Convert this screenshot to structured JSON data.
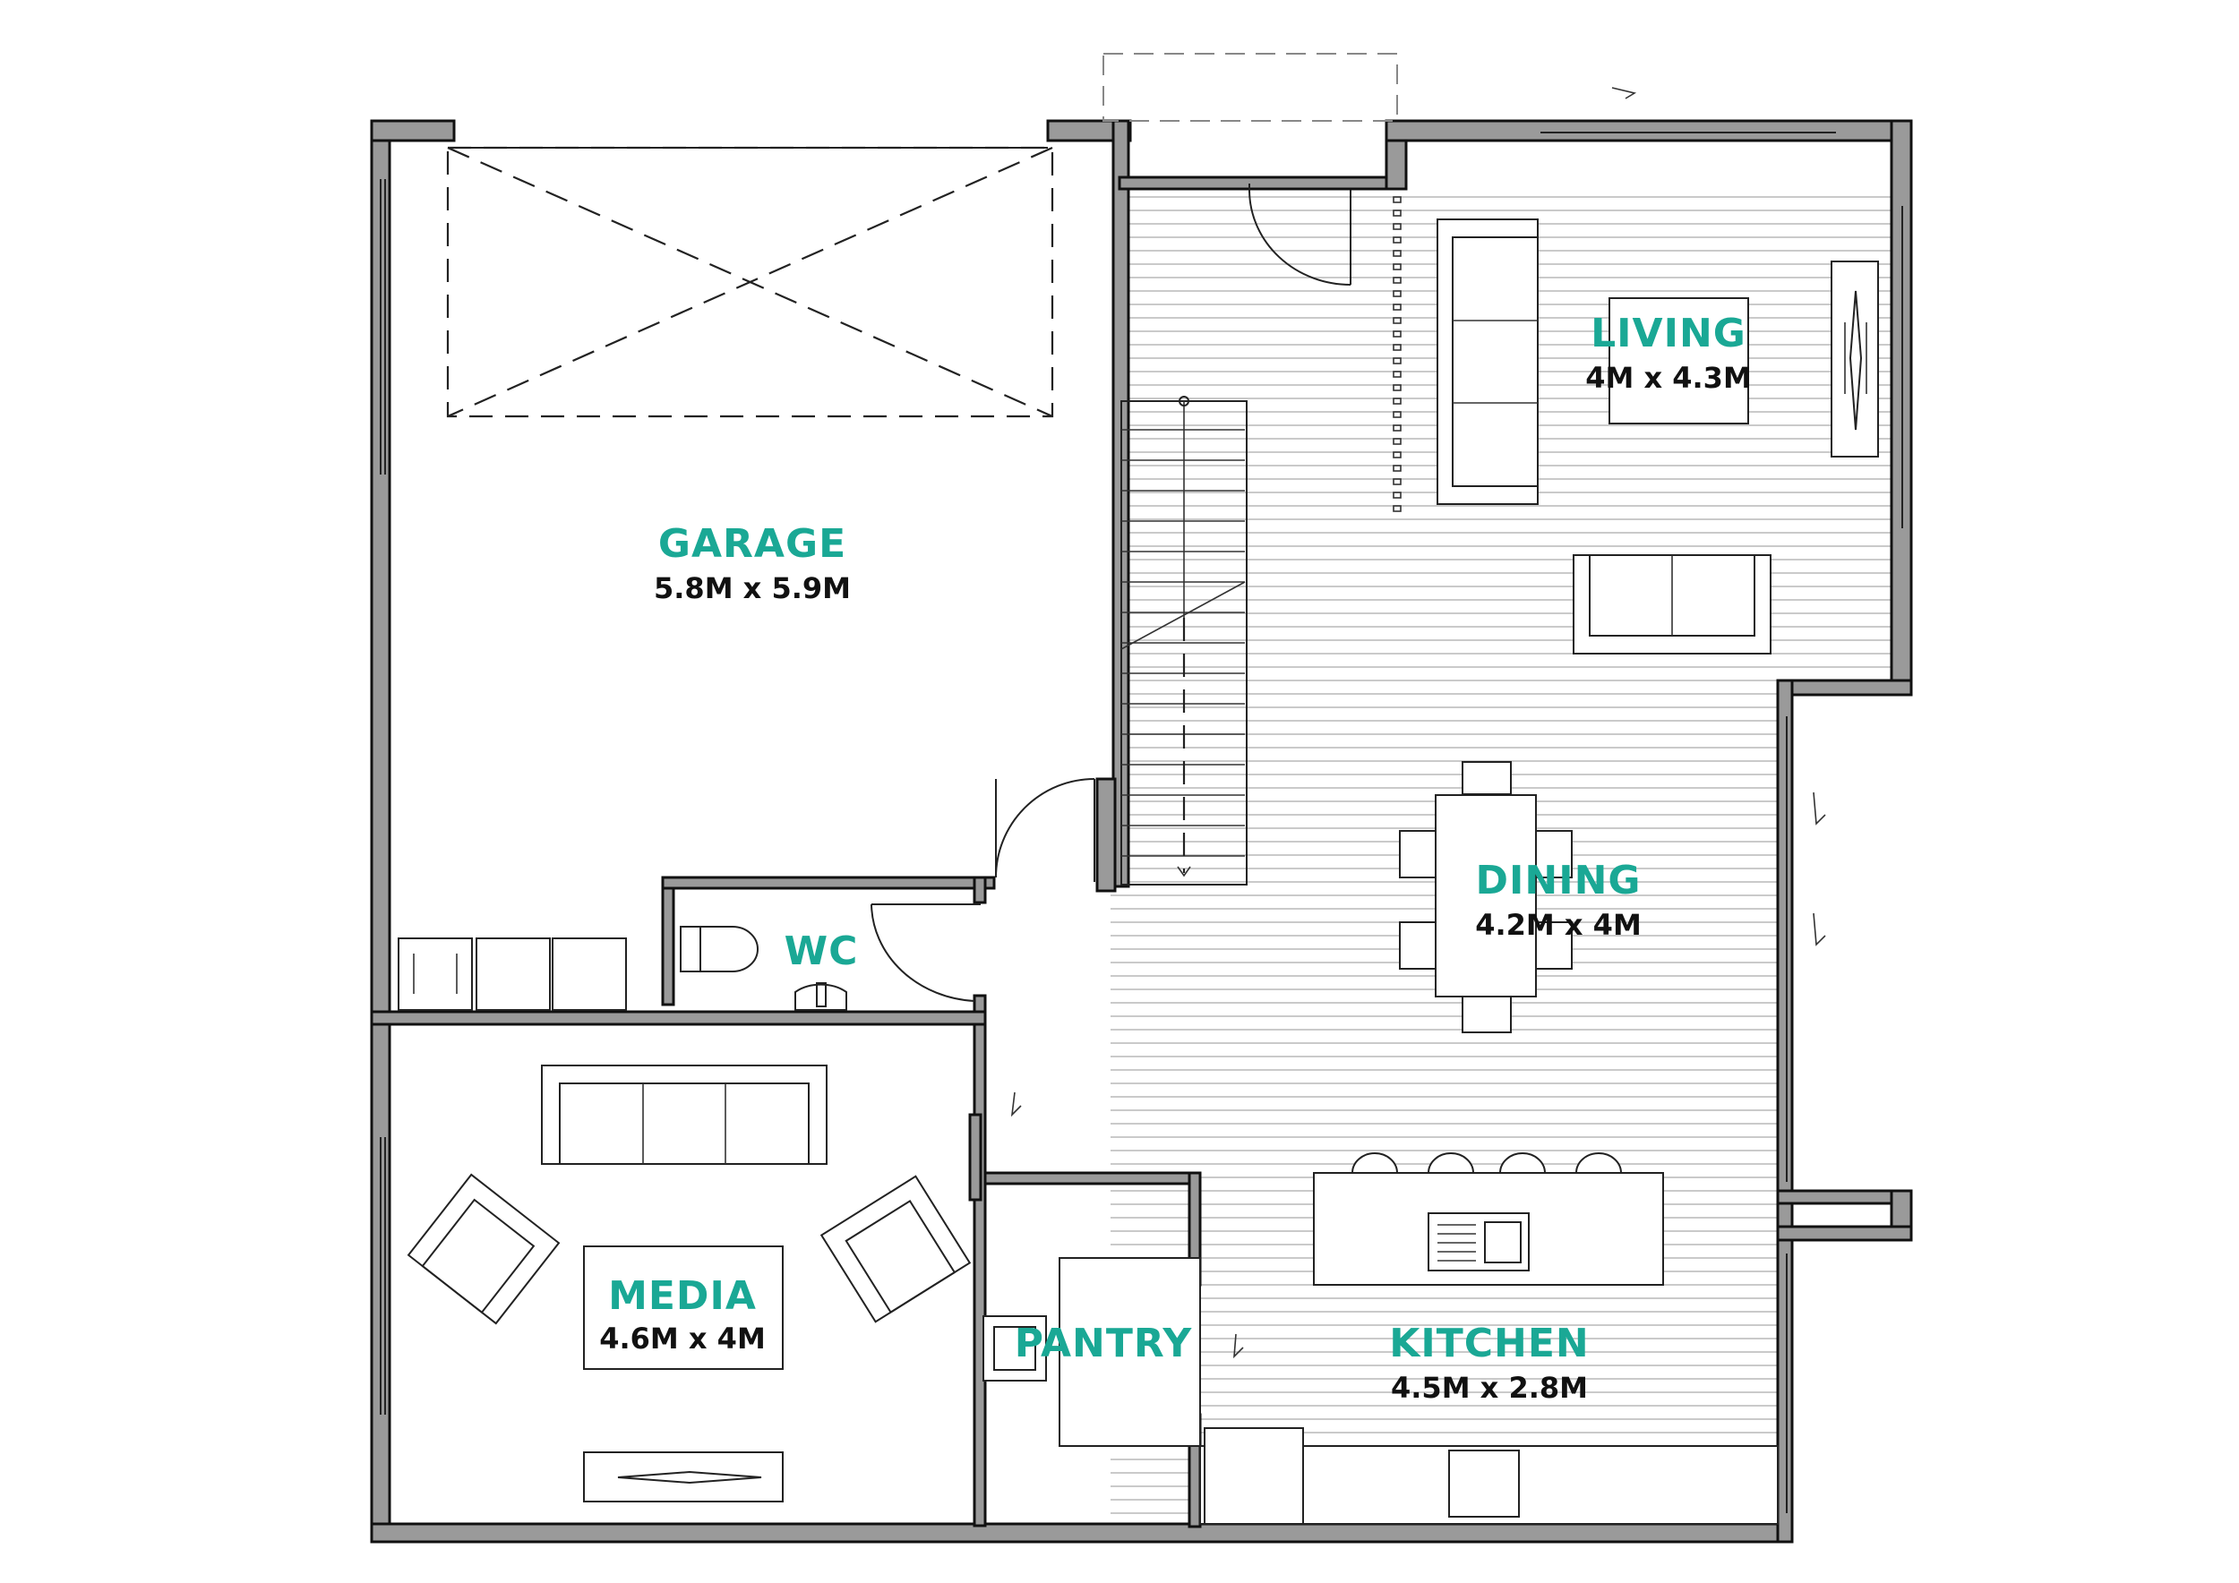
{
  "colors": {
    "label": "#1aa895",
    "dimension_text": "#111111",
    "wall_fill": "#9a9a9a",
    "floorboard_lines": "#b8b8b8"
  },
  "rooms": {
    "garage": {
      "name": "GARAGE",
      "size": "5.8M x 5.9M"
    },
    "living": {
      "name": "LIVING",
      "size": "4M x 4.3M"
    },
    "dining": {
      "name": "DINING",
      "size": "4.2M x 4M"
    },
    "wc": {
      "name": "WC"
    },
    "media": {
      "name": "MEDIA",
      "size": "4.6M x 4M"
    },
    "pantry": {
      "name": "PANTRY"
    },
    "kitchen": {
      "name": "KITCHEN",
      "size": "4.5M x 2.8M"
    }
  }
}
